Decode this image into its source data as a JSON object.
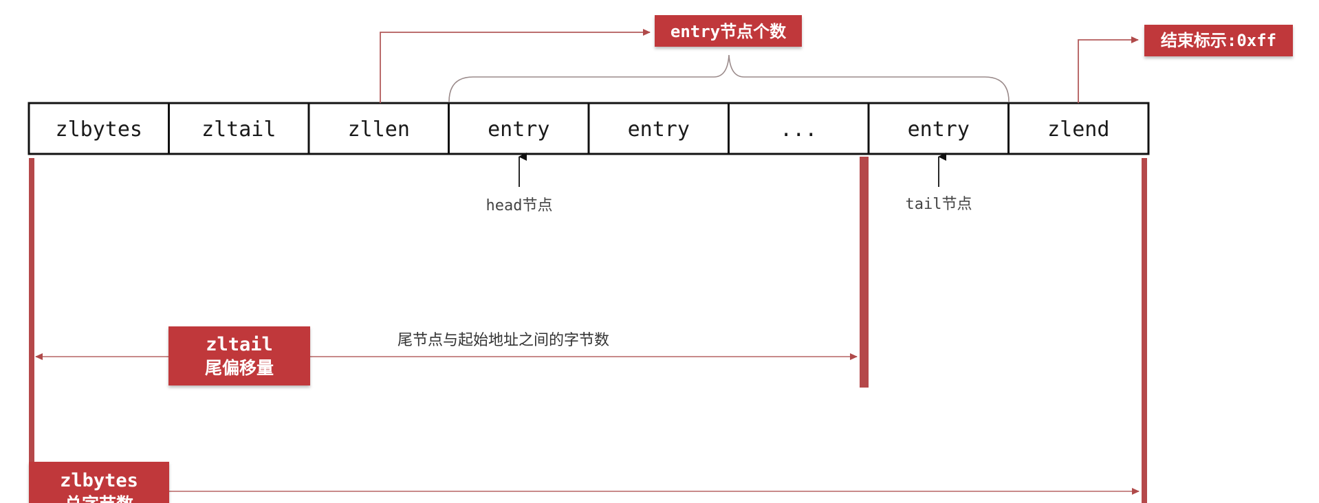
{
  "fields": [
    "zlbytes",
    "zltail",
    "zllen",
    "entry",
    "entry",
    "...",
    "entry",
    "zlend"
  ],
  "callouts": {
    "entry_count": "entry节点个数",
    "end_marker": "结束标示:0xff"
  },
  "pointers": {
    "head": "head节点",
    "tail": "tail节点"
  },
  "zltail_badge": {
    "line1": "zltail",
    "line2": "尾偏移量"
  },
  "zltail_description": "尾节点与起始地址之间的字节数",
  "zlbytes_badge": {
    "line1": "zlbytes",
    "line2": "总字节数"
  },
  "colors": {
    "accent": "#c0393b",
    "accent_dark": "#9c2a2c",
    "line": "#b25a5a",
    "border": "#111111"
  }
}
